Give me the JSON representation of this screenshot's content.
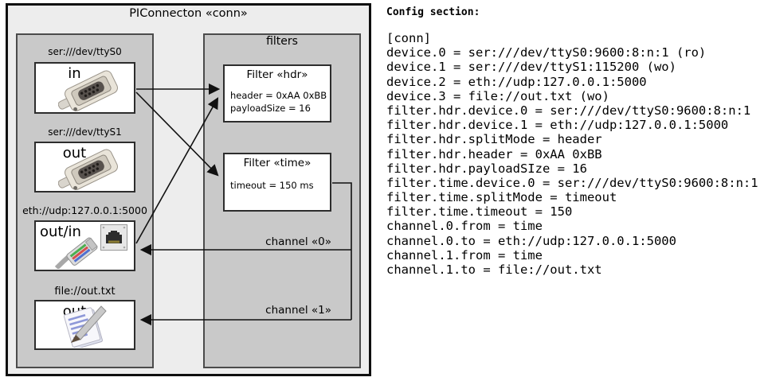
{
  "diagram": {
    "title": "PIConnecton «conn»",
    "devices": [
      {
        "uri": "ser:///dev/ttyS0",
        "direction": "in"
      },
      {
        "uri": "ser:///dev/ttyS1",
        "direction": "out"
      },
      {
        "uri": "eth://udp:127.0.0.1:5000",
        "direction": "out/in"
      },
      {
        "uri": "file://out.txt",
        "direction": "out"
      }
    ],
    "filters": {
      "label": "filters",
      "hdr": {
        "title": "Filter «hdr»",
        "properties": [
          "header = 0xAA 0xBB",
          "payloadSize = 16"
        ]
      },
      "time": {
        "title": "Filter «time»",
        "properties": [
          "timeout = 150 ms"
        ]
      }
    },
    "channels": [
      {
        "label": "channel «0»"
      },
      {
        "label": "channel «1»"
      }
    ],
    "icons": {
      "serial": "db9-serial-connector-photo",
      "ethernet_jack": "rj45-jack-icon",
      "ethernet_plug": "rj45-plug-photo",
      "file": "notepad-pen-icon"
    },
    "colors": {
      "outer_fill": "#ededed",
      "group_fill": "#c9c9c9",
      "box_fill": "#ffffff",
      "line": "#111111"
    }
  },
  "config": {
    "heading": "Config section:",
    "lines": [
      "[conn]",
      "device.0 = ser:///dev/ttyS0:9600:8:n:1 (ro)",
      "device.1 = ser:///dev/ttyS1:115200 (wo)",
      "device.2 = eth://udp:127.0.0.1:5000",
      "device.3 = file://out.txt (wo)",
      "filter.hdr.device.0 = ser:///dev/ttyS0:9600:8:n:1",
      "filter.hdr.device.1 = eth://udp:127.0.0.1:5000",
      "filter.hdr.splitMode = header",
      "filter.hdr.header = 0xAA 0xBB",
      "filter.hdr.payloadSIze = 16",
      "filter.time.device.0 = ser:///dev/ttyS0:9600:8:n:1",
      "filter.time.splitMode = timeout",
      "filter.time.timeout = 150",
      "channel.0.from = time",
      "channel.0.to = eth://udp:127.0.0.1:5000",
      "channel.1.from = time",
      "channel.1.to = file://out.txt"
    ]
  }
}
